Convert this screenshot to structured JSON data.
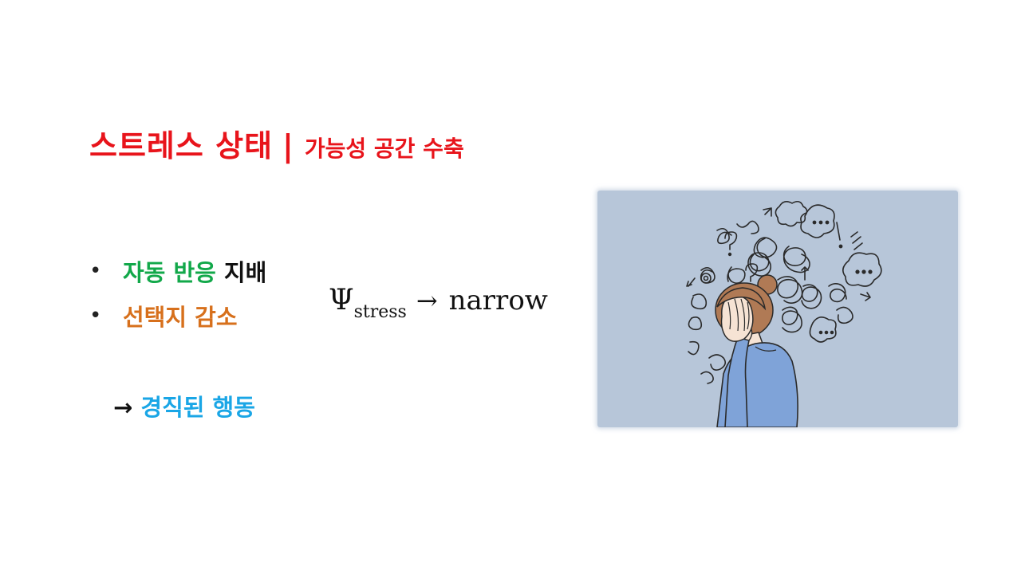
{
  "title": {
    "main": "스트레스 상태",
    "separator": "|",
    "subtitle": "가능성 공간 수축"
  },
  "bullets": [
    {
      "marker": "•",
      "colored": "자동 반응",
      "plain": " 지배"
    },
    {
      "marker": "•",
      "colored": "선택지 감소",
      "plain": ""
    }
  ],
  "result": {
    "arrow": "→",
    "text": "경직된 행동"
  },
  "formula": {
    "symbol": "Ψ",
    "subscript": "stress",
    "arrow": "→",
    "rhs": "narrow"
  },
  "colors": {
    "title_red": "#e8141b",
    "green": "#12a84a",
    "orange": "#d7701c",
    "blue": "#1aa6e6",
    "illustration_bg": "#b7c6d9",
    "sweater": "#7fa3d8",
    "hair": "#b07a55"
  },
  "illustration": {
    "icon": "stressed-woman-illustration"
  }
}
